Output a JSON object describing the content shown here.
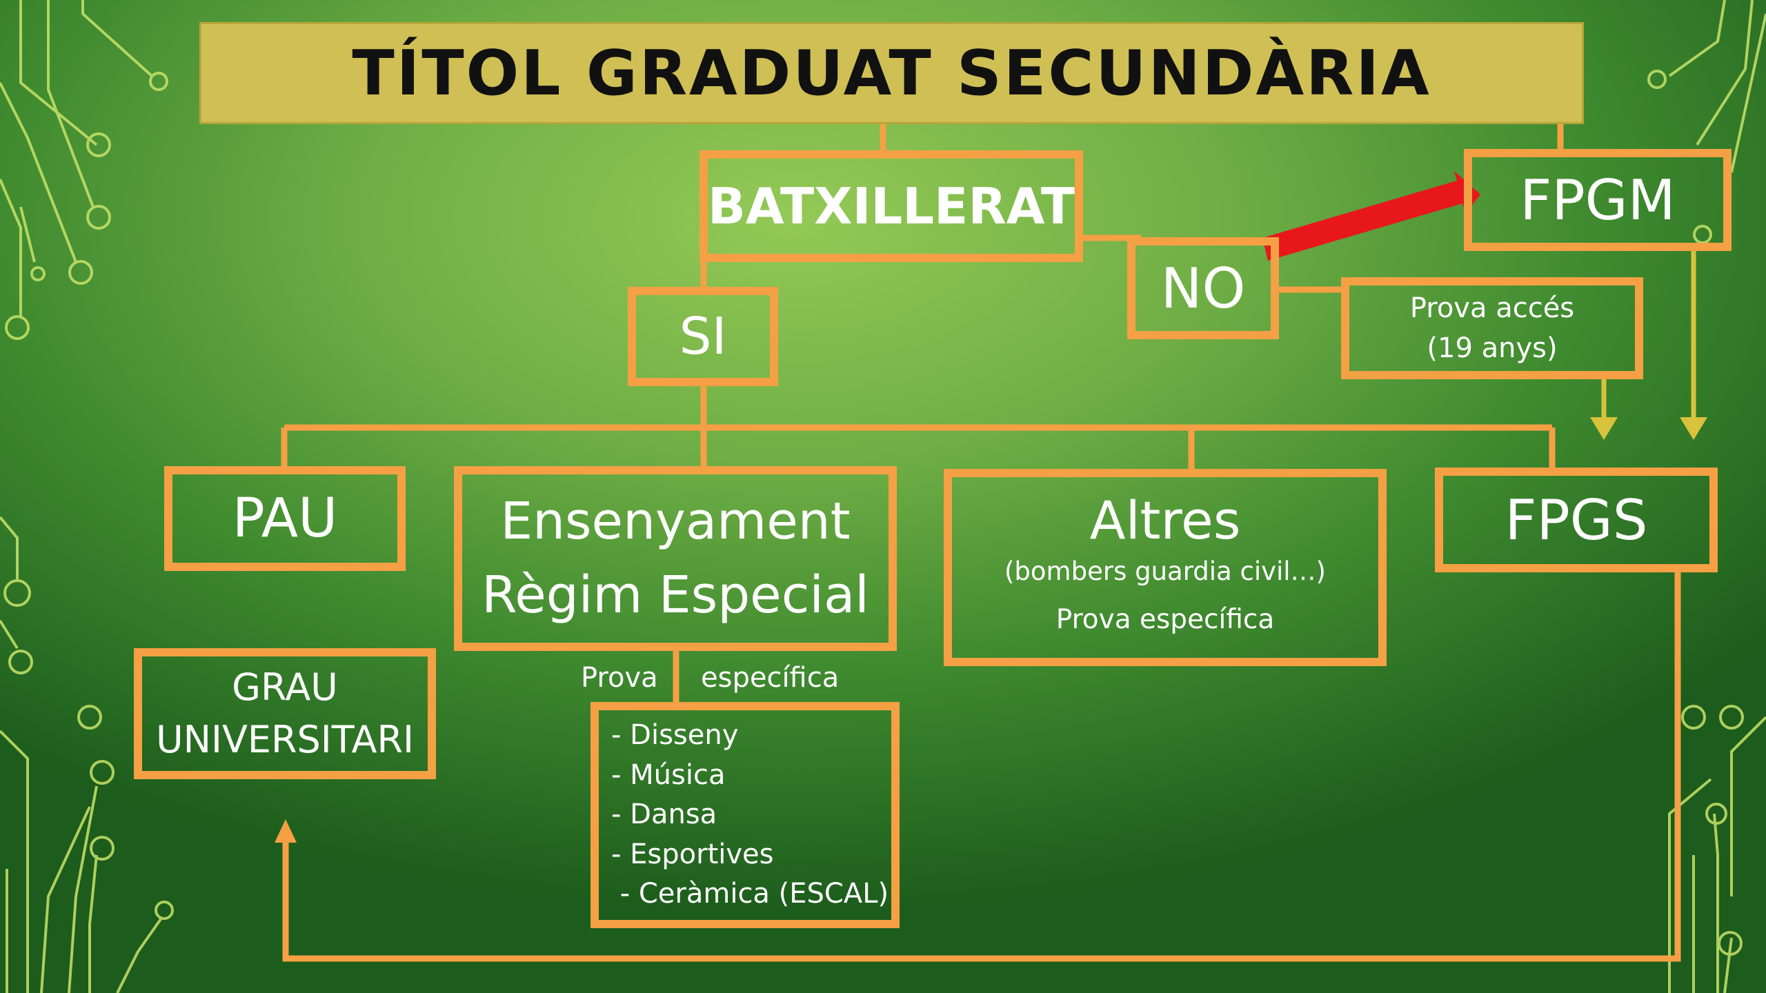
{
  "title": "TÍTOL GRADUAT SECUNDÀRIA",
  "nodes": {
    "batxillerat": "BATXILLERAT",
    "si": "SI",
    "no": "NO",
    "fpgm": "FPGM",
    "prova_acces": [
      "Prova accés",
      "(19 anys)"
    ],
    "pau": "PAU",
    "ensenyament": [
      "Ensenyament",
      "Règim Especial"
    ],
    "altres": {
      "title": "Altres",
      "subtitle": "(bombers guardia civil…)",
      "note": "Prova específica"
    },
    "fpgs": "FPGS",
    "grau": [
      "GRAU",
      "UNIVERSITARI"
    ],
    "prova_especifica_label": {
      "left": "Prova",
      "right": "específica"
    },
    "ensenyament_list": [
      "- Disseny",
      "- Música",
      "- Dansa",
      "- Esportives",
      " - Ceràmica (ESCAL)"
    ]
  },
  "colors": {
    "box_border": "#f5a045",
    "title_bg": "#cfbf55",
    "highlight_arrow": "#e8171b",
    "yellow_arrow": "#d9c23c",
    "circuit_lines": "#c8e36a"
  }
}
